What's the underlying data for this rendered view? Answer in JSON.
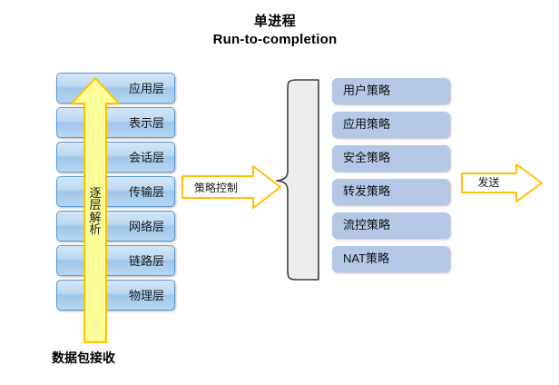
{
  "title": {
    "line1": "单进程",
    "line2": "Run-to-completion"
  },
  "osi_stack": {
    "name": "osi-layer-stack",
    "layers": [
      {
        "label": "应用层"
      },
      {
        "label": "表示层"
      },
      {
        "label": "会话层"
      },
      {
        "label": "传输层"
      },
      {
        "label": "网络层"
      },
      {
        "label": "链路层"
      },
      {
        "label": "物理层"
      }
    ]
  },
  "vertical_arrow": {
    "label": "逐层解析",
    "chars": [
      "逐",
      "层",
      "解",
      "析"
    ],
    "direction": "up",
    "fill_color": "#ffff99",
    "border_color": "#ffc000"
  },
  "receive_caption": {
    "label": "数据包接收"
  },
  "policy_arrow": {
    "label": "策略控制",
    "direction": "right",
    "fill_color": "#ffffff",
    "border_color": "#ffc000"
  },
  "brace": {
    "name": "left-curly-brace",
    "fill_color": "#ededed",
    "border_color": "#3f3f3f"
  },
  "policy_stack": {
    "name": "policy-list",
    "fill_color": "#b4c7e7",
    "policies": [
      {
        "label": "用户策略"
      },
      {
        "label": "应用策略"
      },
      {
        "label": "安全策略"
      },
      {
        "label": "转发策略"
      },
      {
        "label": "流控策略"
      },
      {
        "label": "NAT策略"
      }
    ]
  },
  "send_arrow": {
    "label": "发送",
    "direction": "right",
    "fill_color": "#ffffff",
    "border_color": "#ffc000"
  },
  "colors": {
    "background": "#ffffff",
    "layer_border": "#5a9bd4",
    "layer_fill": "#bcd9f2",
    "accent_gold": "#ffc000",
    "text": "#000000"
  }
}
